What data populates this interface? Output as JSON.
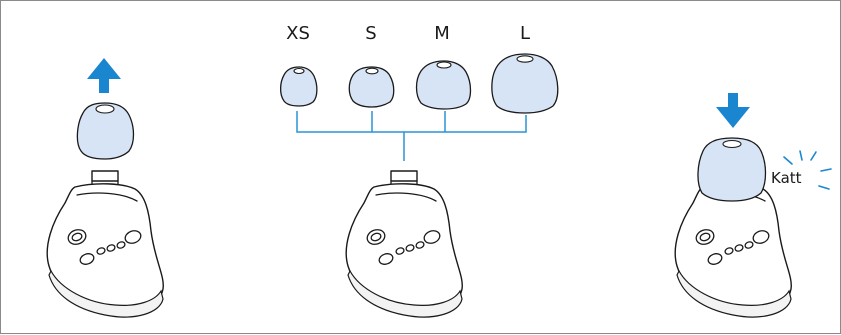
{
  "sizes": [
    {
      "label": "XS"
    },
    {
      "label": "S"
    },
    {
      "label": "M"
    },
    {
      "label": "L"
    }
  ],
  "click_label": "Katt",
  "colors": {
    "arrow": "#1a86d0",
    "connector": "#2a93d5",
    "tip_fill": "#d6e4f5",
    "outline": "#1a1a1a",
    "click_lines": "#1a86d0"
  },
  "icons": [
    "up-arrow-icon",
    "down-arrow-icon",
    "click-burst-icon"
  ]
}
